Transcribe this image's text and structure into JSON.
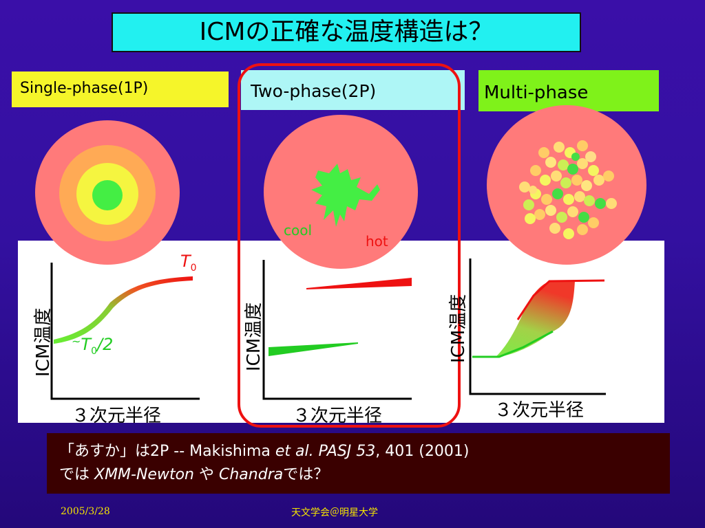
{
  "title": "ICMの正確な温度構造は？",
  "phases": {
    "single": "Single-phase(1P)",
    "two": "Two-phase(2P)",
    "multi": "Multi-phase"
  },
  "annotations": {
    "cool": "cool",
    "hot": "hot",
    "t0": "T",
    "t0_sub": "0",
    "t0half_tilde": "~",
    "t0half": "T",
    "t0half_sub": "0",
    "t0half_rest": "/2"
  },
  "axis": {
    "y": "ICM温度",
    "x": "３次元半径"
  },
  "note": {
    "line1_a": "「あすか」は2P -- Makishima ",
    "line1_b": "et al. PASJ 53",
    "line1_c": ", 401 (2001)",
    "line2_a": "では ",
    "line2_b": "XMM-Newton",
    "line2_c": " や ",
    "line2_d": "Chandra",
    "line2_e": "では？"
  },
  "footer": {
    "date": "2005/3/28",
    "event": "天文学会＠明星大学"
  },
  "colors": {
    "title_bg": "#22f0f0",
    "single_bg": "#f5f52a",
    "two_bg": "#aef6f6",
    "multi_bg": "#7ff21a",
    "frame": "#ee1111",
    "hot": "#ee1111",
    "cool": "#22cc22"
  }
}
